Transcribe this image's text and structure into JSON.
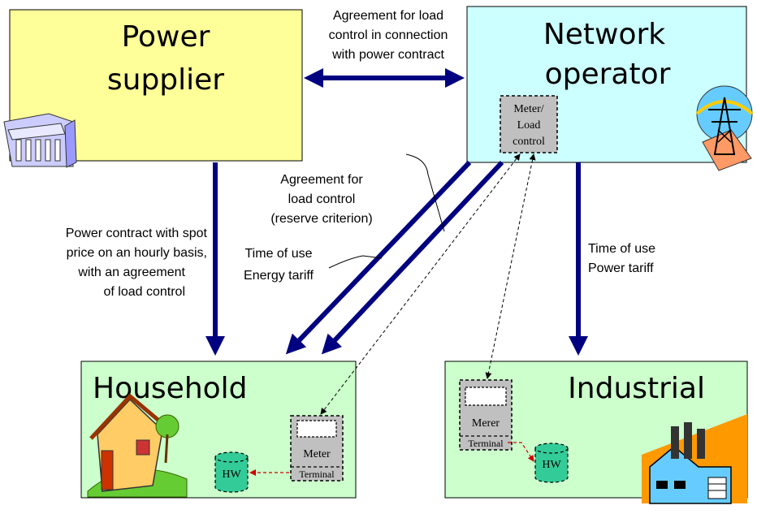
{
  "boxes": {
    "power_supplier": {
      "line1": "Power",
      "line2": "supplier"
    },
    "network_operator": {
      "line1": "Network",
      "line2": "operator",
      "meter_line1": "Meter/",
      "meter_line2": "Load",
      "meter_line3": "control"
    },
    "household": {
      "title": "Household",
      "meter_label": "Meter",
      "terminal_label": "Terminal",
      "hw_label": "HW"
    },
    "industrial": {
      "title": "Industrial",
      "meter_label": "Merer",
      "terminal_label": "Terminal",
      "hw_label": "HW"
    }
  },
  "labels": {
    "agreement_top": [
      "Agreement for load",
      "control in connection",
      "with power contract"
    ],
    "power_contract": [
      "Power contract with spot",
      "price on an hourly basis,",
      "with an agreement",
      "of load control"
    ],
    "agreement_reserve": [
      "Agreement for",
      "load control",
      "(reserve criterion)"
    ],
    "energy_tariff": [
      "Time of use",
      "Energy tariff"
    ],
    "power_tariff": [
      "Time of use",
      "Power tariff"
    ]
  },
  "colors": {
    "power_supplier_fill": "#ffff99",
    "network_operator_fill": "#ccffff",
    "consumer_fill": "#ccffcc",
    "arrow": "#000080",
    "meter_fill": "#c0c0c0",
    "hw_fill": "#33cc99",
    "terminal_link": "#cc0000"
  },
  "icons": [
    "building-clipart-icon",
    "power-tower-clipart-icon",
    "house-clipart-icon",
    "factory-clipart-icon"
  ]
}
